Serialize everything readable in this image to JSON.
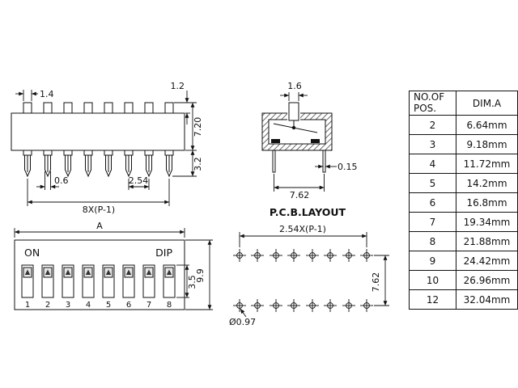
{
  "front_view": {
    "actuator_width": "1.4",
    "actuator_height": "1.2",
    "body_height": "7.20",
    "pin_length": "3.2",
    "pin_width": "0.6",
    "pin_pitch": "2.54",
    "overall_pitch": "8X(P-1)"
  },
  "side_view": {
    "actuator_width": "1.6",
    "terminal_thickness": "0.15",
    "row_spacing": "7.62"
  },
  "top_view": {
    "on_label": "ON",
    "dip_label": "DIP",
    "width_label": "A",
    "slot_height": "3.5",
    "body_depth": "9.9",
    "position_numbers": [
      "1",
      "2",
      "3",
      "4",
      "5",
      "6",
      "7",
      "8"
    ]
  },
  "pcb_layout": {
    "title": "P.C.B.LAYOUT",
    "pitch_label": "2.54X(P-1)",
    "row_spacing": "7.62",
    "hole_diameter": "Ø0.97"
  },
  "table": {
    "header_pos": [
      "NO.OF",
      "POS."
    ],
    "header_dim": "DIM.A",
    "rows": [
      {
        "pos": "2",
        "dim": "6.64mm"
      },
      {
        "pos": "3",
        "dim": "9.18mm"
      },
      {
        "pos": "4",
        "dim": "11.72mm"
      },
      {
        "pos": "5",
        "dim": "14.2mm"
      },
      {
        "pos": "6",
        "dim": "16.8mm"
      },
      {
        "pos": "7",
        "dim": "19.34mm"
      },
      {
        "pos": "8",
        "dim": "21.88mm"
      },
      {
        "pos": "9",
        "dim": "24.42mm"
      },
      {
        "pos": "10",
        "dim": "26.96mm"
      },
      {
        "pos": "12",
        "dim": "32.04mm"
      }
    ]
  }
}
